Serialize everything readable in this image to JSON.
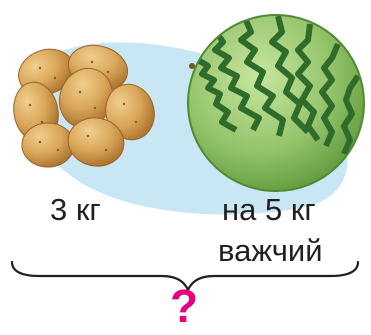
{
  "labels": {
    "potatoes_weight": "3 кг",
    "watermelon_diff_line1": "на 5 кг",
    "watermelon_diff_line2": "важчий",
    "question": "?"
  },
  "colors": {
    "backdrop": "#c9e6f5",
    "question": "#e6007e",
    "text": "#231f20"
  },
  "icons": [
    "potatoes-illustration",
    "watermelon-illustration",
    "curly-brace"
  ]
}
